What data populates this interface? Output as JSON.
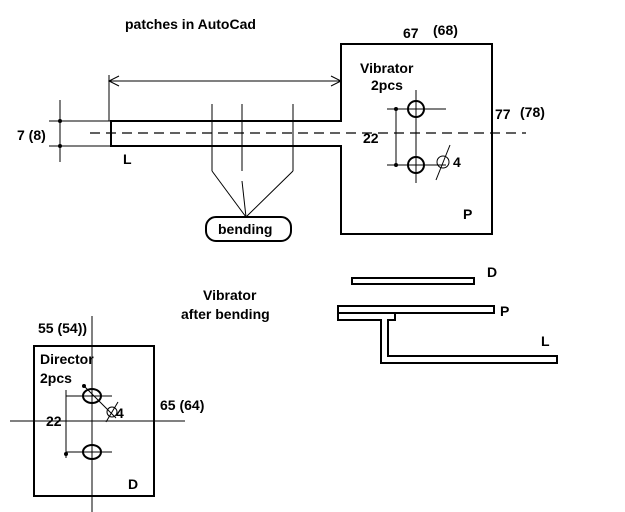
{
  "title": "patches in AutoCad",
  "vibrator_patch": {
    "label": "Vibrator",
    "count": "2pcs",
    "width_dim": "67",
    "width_dim_alt": "(68)",
    "height_dim": "77",
    "height_dim_alt": "(78)",
    "hole_spacing": "22",
    "hole_diameter": "4",
    "plate_letter": "P",
    "strip_letter": "L",
    "strip_dim": "7 (8)"
  },
  "bending_callout": "bending",
  "side_view": {
    "caption_line1": "Vibrator",
    "caption_line2": "after bending",
    "director_letter": "D",
    "plate_letter": "P",
    "strip_letter": "L"
  },
  "director_patch": {
    "label": "Director",
    "count": "2pcs",
    "width_dim": "55 (54))",
    "height_dim": "65 (64)",
    "hole_spacing": "22",
    "hole_diameter": "4",
    "plate_letter": "D"
  }
}
